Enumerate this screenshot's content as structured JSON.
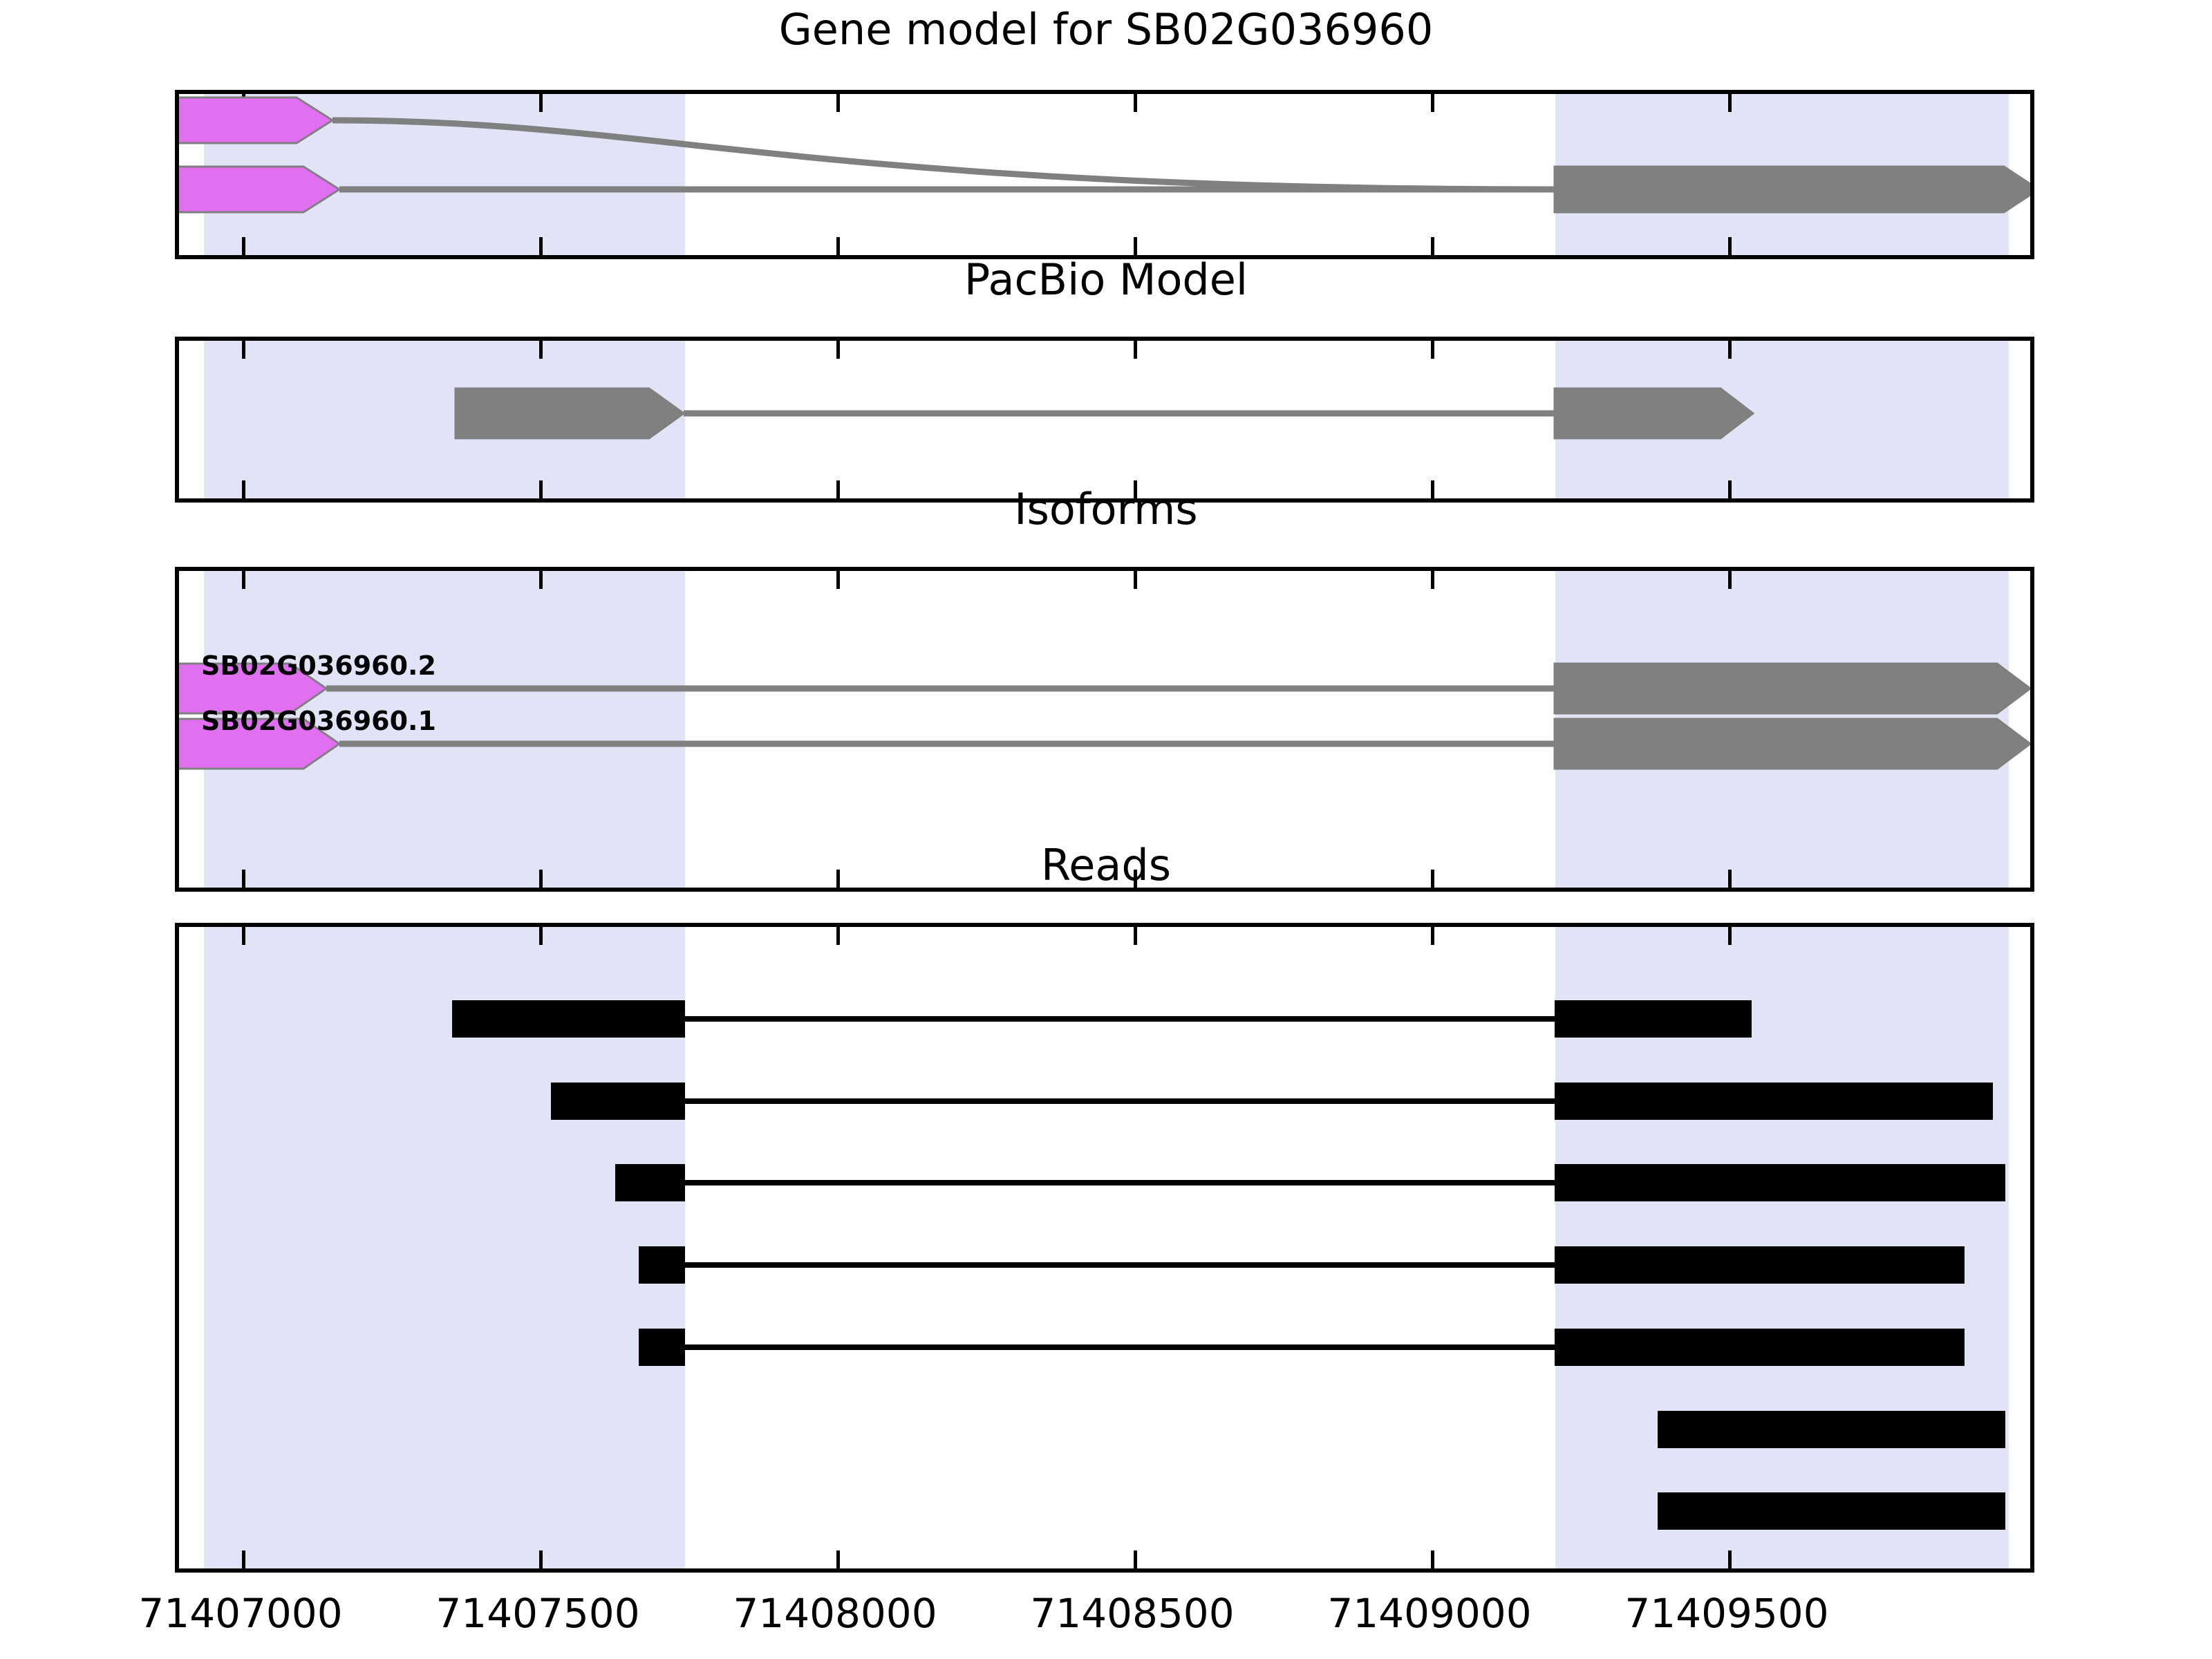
{
  "figure": {
    "title": "Gene model for SB02G036960",
    "gene_id": "SB02G036960",
    "background_color": "#ffffff"
  },
  "colors": {
    "exon_utr": "#e070f0",
    "exon_cds": "#808080",
    "intron_line": "#808080",
    "read_block": "#000000",
    "highlight_region": "#e3e3f8",
    "axis": "#000000"
  },
  "panels": [
    {
      "key": "gene_model",
      "title": "Gene model for SB02G036960"
    },
    {
      "key": "pacbio_model",
      "title": "PacBio Model"
    },
    {
      "key": "isoforms",
      "title": "Isoforms"
    },
    {
      "key": "reads",
      "title": "Reads"
    }
  ],
  "axis": {
    "label": "",
    "min": 71406800,
    "max": 71409780,
    "tick_values": [
      71407000,
      71407500,
      71408000,
      71408500,
      71409000,
      71409500
    ],
    "tick_labels": [
      "71407000",
      "71407500",
      "71408000",
      "71408500",
      "71409000",
      "71409500"
    ]
  },
  "highlight_regions": [
    {
      "start": 71406845,
      "end": 71407655,
      "color": "#e3e3f8"
    },
    {
      "start": 71409065,
      "end": 71409840,
      "color": "#e3e3f8"
    }
  ],
  "isoform_labels": [
    "SB02G036960.2",
    "SB02G036960.1"
  ],
  "chart_data": {
    "type": "genome-browser-track",
    "title": "Gene model for SB02G036960",
    "xlabel": "",
    "ylabel": "",
    "xlim": [
      71406800,
      71409780
    ],
    "grid": false,
    "legend_position": "none",
    "axis_tick_labels": [
      "71407000",
      "71407500",
      "71408000",
      "71408500",
      "71409000",
      "71409500"
    ],
    "tracks": [
      {
        "name": "Gene model for SB02G036960",
        "features": [
          {
            "id": "SB02G036960.2",
            "strand": "+",
            "row": 0,
            "exons": [
              {
                "start": 71406870,
                "end": 71407615,
                "type": "utr",
                "color": "#e070f0",
                "arrow": true
              }
            ],
            "connector": {
              "from": 71407615,
              "to": 71409800,
              "style": "bezier"
            }
          },
          {
            "id": "SB02G036960.1",
            "strand": "+",
            "row": 1,
            "exons": [
              {
                "start": 71406870,
                "end": 71407655,
                "type": "utr",
                "color": "#e070f0",
                "arrow": true
              },
              {
                "start": 71409075,
                "end": 71409805,
                "type": "cds",
                "color": "#808080",
                "arrow": true
              }
            ],
            "connector": {
              "from": 71407655,
              "to": 71409075,
              "style": "straight"
            }
          }
        ]
      },
      {
        "name": "PacBio Model",
        "features": [
          {
            "id": "pacbio-model-1",
            "strand": "+",
            "row": 0,
            "exons": [
              {
                "start": 71407465,
                "end": 71407860,
                "type": "cds",
                "color": "#808080",
                "arrow": true
              },
              {
                "start": 71409070,
                "end": 71409405,
                "type": "cds",
                "color": "#808080",
                "arrow": true
              }
            ],
            "connector": {
              "from": 71407860,
              "to": 71409070,
              "style": "straight"
            }
          }
        ]
      },
      {
        "name": "Isoforms",
        "features": [
          {
            "id": "SB02G036960.2",
            "label": "SB02G036960.2",
            "strand": "+",
            "row": 0,
            "exons": [
              {
                "start": 71406870,
                "end": 71407610,
                "type": "utr",
                "color": "#e070f0",
                "arrow": true
              },
              {
                "start": 71409080,
                "end": 71409800,
                "type": "cds",
                "color": "#808080",
                "arrow": true
              }
            ],
            "connector": {
              "from": 71407610,
              "to": 71409080,
              "style": "straight"
            }
          },
          {
            "id": "SB02G036960.1",
            "label": "SB02G036960.1",
            "strand": "+",
            "row": 1,
            "exons": [
              {
                "start": 71406870,
                "end": 71407655,
                "type": "utr",
                "color": "#e070f0",
                "arrow": true
              },
              {
                "start": 71409080,
                "end": 71409800,
                "type": "cds",
                "color": "#808080",
                "arrow": true
              }
            ],
            "connector": {
              "from": 71407655,
              "to": 71409080,
              "style": "straight"
            }
          }
        ]
      },
      {
        "name": "Reads",
        "features": [
          {
            "id": "read-1",
            "row": 0,
            "exons": [
              {
                "start": 71407465,
                "end": 71407855,
                "type": "block",
                "color": "#000000"
              },
              {
                "start": 71409070,
                "end": 71409405,
                "type": "block",
                "color": "#000000"
              }
            ],
            "connector": {
              "from": 71407855,
              "to": 71409070,
              "style": "straight"
            }
          },
          {
            "id": "read-2",
            "row": 1,
            "exons": [
              {
                "start": 71407630,
                "end": 71407855,
                "type": "block",
                "color": "#000000"
              },
              {
                "start": 71409070,
                "end": 71409815,
                "type": "block",
                "color": "#000000"
              }
            ],
            "connector": {
              "from": 71407855,
              "to": 71409070,
              "style": "straight"
            }
          },
          {
            "id": "read-3",
            "row": 2,
            "exons": [
              {
                "start": 71407740,
                "end": 71407855,
                "type": "block",
                "color": "#000000"
              },
              {
                "start": 71409070,
                "end": 71409835,
                "type": "block",
                "color": "#000000"
              }
            ],
            "connector": {
              "from": 71407855,
              "to": 71409070,
              "style": "straight"
            }
          },
          {
            "id": "read-4",
            "row": 3,
            "exons": [
              {
                "start": 71407780,
                "end": 71407855,
                "type": "block",
                "color": "#000000"
              },
              {
                "start": 71409070,
                "end": 71409765,
                "type": "block",
                "color": "#000000"
              }
            ],
            "connector": {
              "from": 71407855,
              "to": 71409070,
              "style": "straight"
            }
          },
          {
            "id": "read-5",
            "row": 4,
            "exons": [
              {
                "start": 71407780,
                "end": 71407855,
                "type": "block",
                "color": "#000000"
              },
              {
                "start": 71409070,
                "end": 71409765,
                "type": "block",
                "color": "#000000"
              }
            ],
            "connector": {
              "from": 71407855,
              "to": 71409070,
              "style": "straight"
            }
          },
          {
            "id": "read-6",
            "row": 5,
            "exons": [
              {
                "start": 71409245,
                "end": 71409835,
                "type": "block",
                "color": "#000000"
              }
            ]
          },
          {
            "id": "read-7",
            "row": 6,
            "exons": [
              {
                "start": 71409245,
                "end": 71409835,
                "type": "block",
                "color": "#000000"
              }
            ]
          }
        ]
      }
    ]
  }
}
